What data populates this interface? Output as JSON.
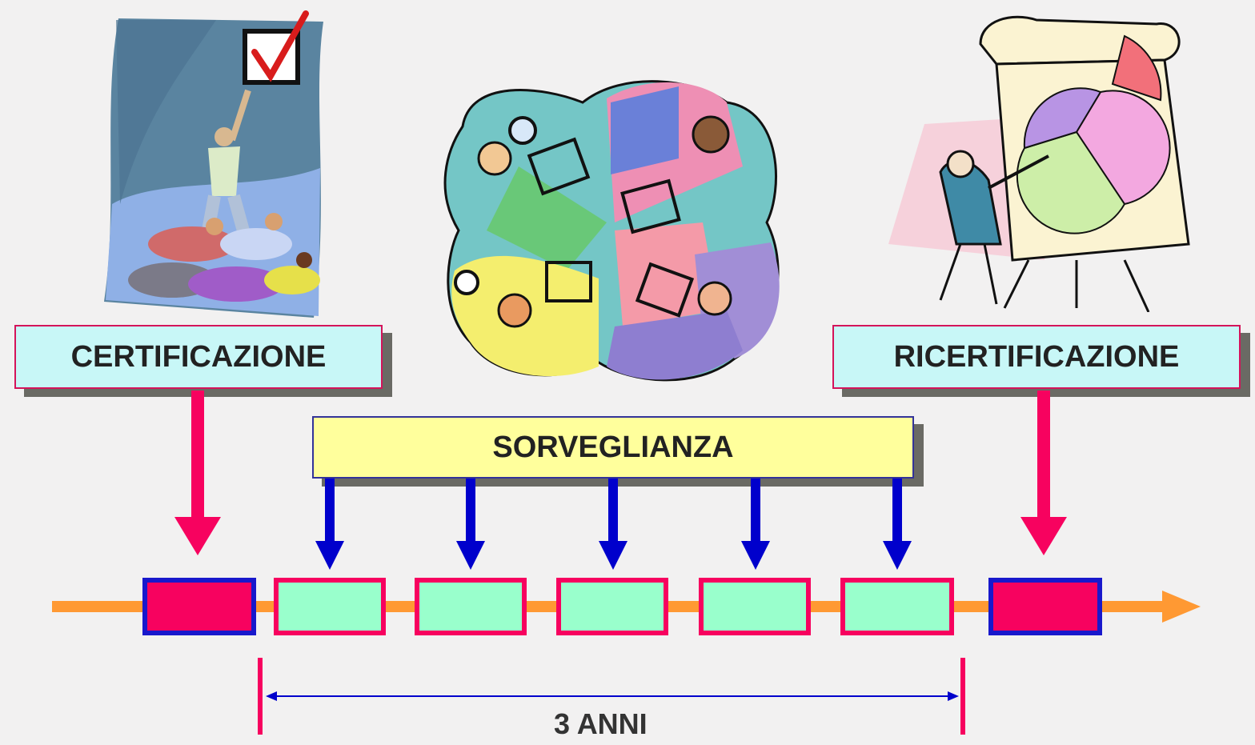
{
  "labels": {
    "certification": "CERTIFICAZIONE",
    "surveillance": "SORVEGLIANZA",
    "recertification": "RICERTIFICAZIONE",
    "period": "3 ANNI"
  },
  "colors": {
    "background": "#f2f1f1",
    "certification_arrow": "#f7025f",
    "surveillance_arrow": "#0000cc",
    "timeline": "#ff9933",
    "main_cell_fill": "#f7025f",
    "main_cell_border": "#1818cc",
    "surveillance_cell_fill": "#99ffcc",
    "surveillance_cell_border": "#f7025f",
    "label_box_fill": "#c8f7f7",
    "surveillance_box_fill": "#ffff9c",
    "period_line": "#0000cc"
  },
  "illustrations": {
    "left": "teamwork-pyramid-checkbox-clipart",
    "center": "office-workers-collage-clipart",
    "right": "presenter-pie-chart-clipart"
  },
  "timeline": {
    "cells": [
      "certification",
      "surveillance",
      "surveillance",
      "surveillance",
      "surveillance",
      "surveillance",
      "recertification"
    ]
  }
}
